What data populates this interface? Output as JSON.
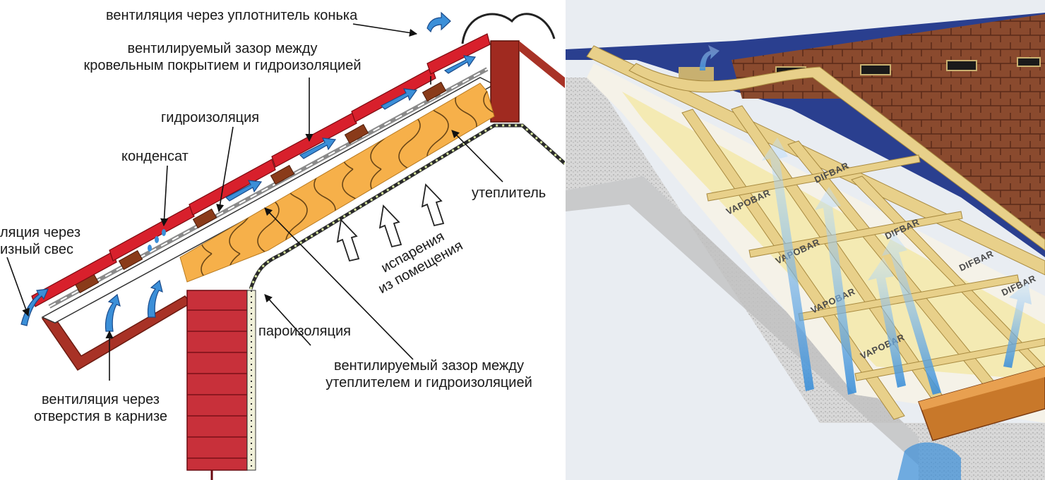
{
  "left_diagram": {
    "labels": {
      "ridge_vent": "вентиляция через уплотнитель конька",
      "gap_roof_waterproof_line1": "вентилируемый зазор между",
      "gap_roof_waterproof_line2": "кровельным покрытием и гидроизоляцией",
      "waterproofing": "гидроизоляция",
      "condensate": "конденсат",
      "insulation": "утеплитель",
      "eave_vent_line1": "ляция через",
      "eave_vent_line2": "изный свес",
      "evaporation_line1": "испарения",
      "evaporation_line2": "из помещения",
      "vapor_barrier": "пароизоляция",
      "gap_insulation_waterproof_line1": "вентилируемый зазор между",
      "gap_insulation_waterproof_line2": "утеплителем и гидроизоляцией",
      "cornice_vent_line1": "вентиляция через",
      "cornice_vent_line2": "отверстия в карнизе"
    }
  },
  "right_illustration": {
    "membrane_brands": {
      "difbar": "DIFBAR",
      "vapobar": "VAPOBAR"
    }
  },
  "colors": {
    "roof_tile_red": "#d8202c",
    "insulation_orange": "#f6b04a",
    "airflow_blue": "#3b8fd8",
    "brick_red": "#c8303a",
    "shingle_brown": "#8a4a2e",
    "roof_deck_blue": "#2a3f8f",
    "rafter_wood": "#e8d08a"
  }
}
